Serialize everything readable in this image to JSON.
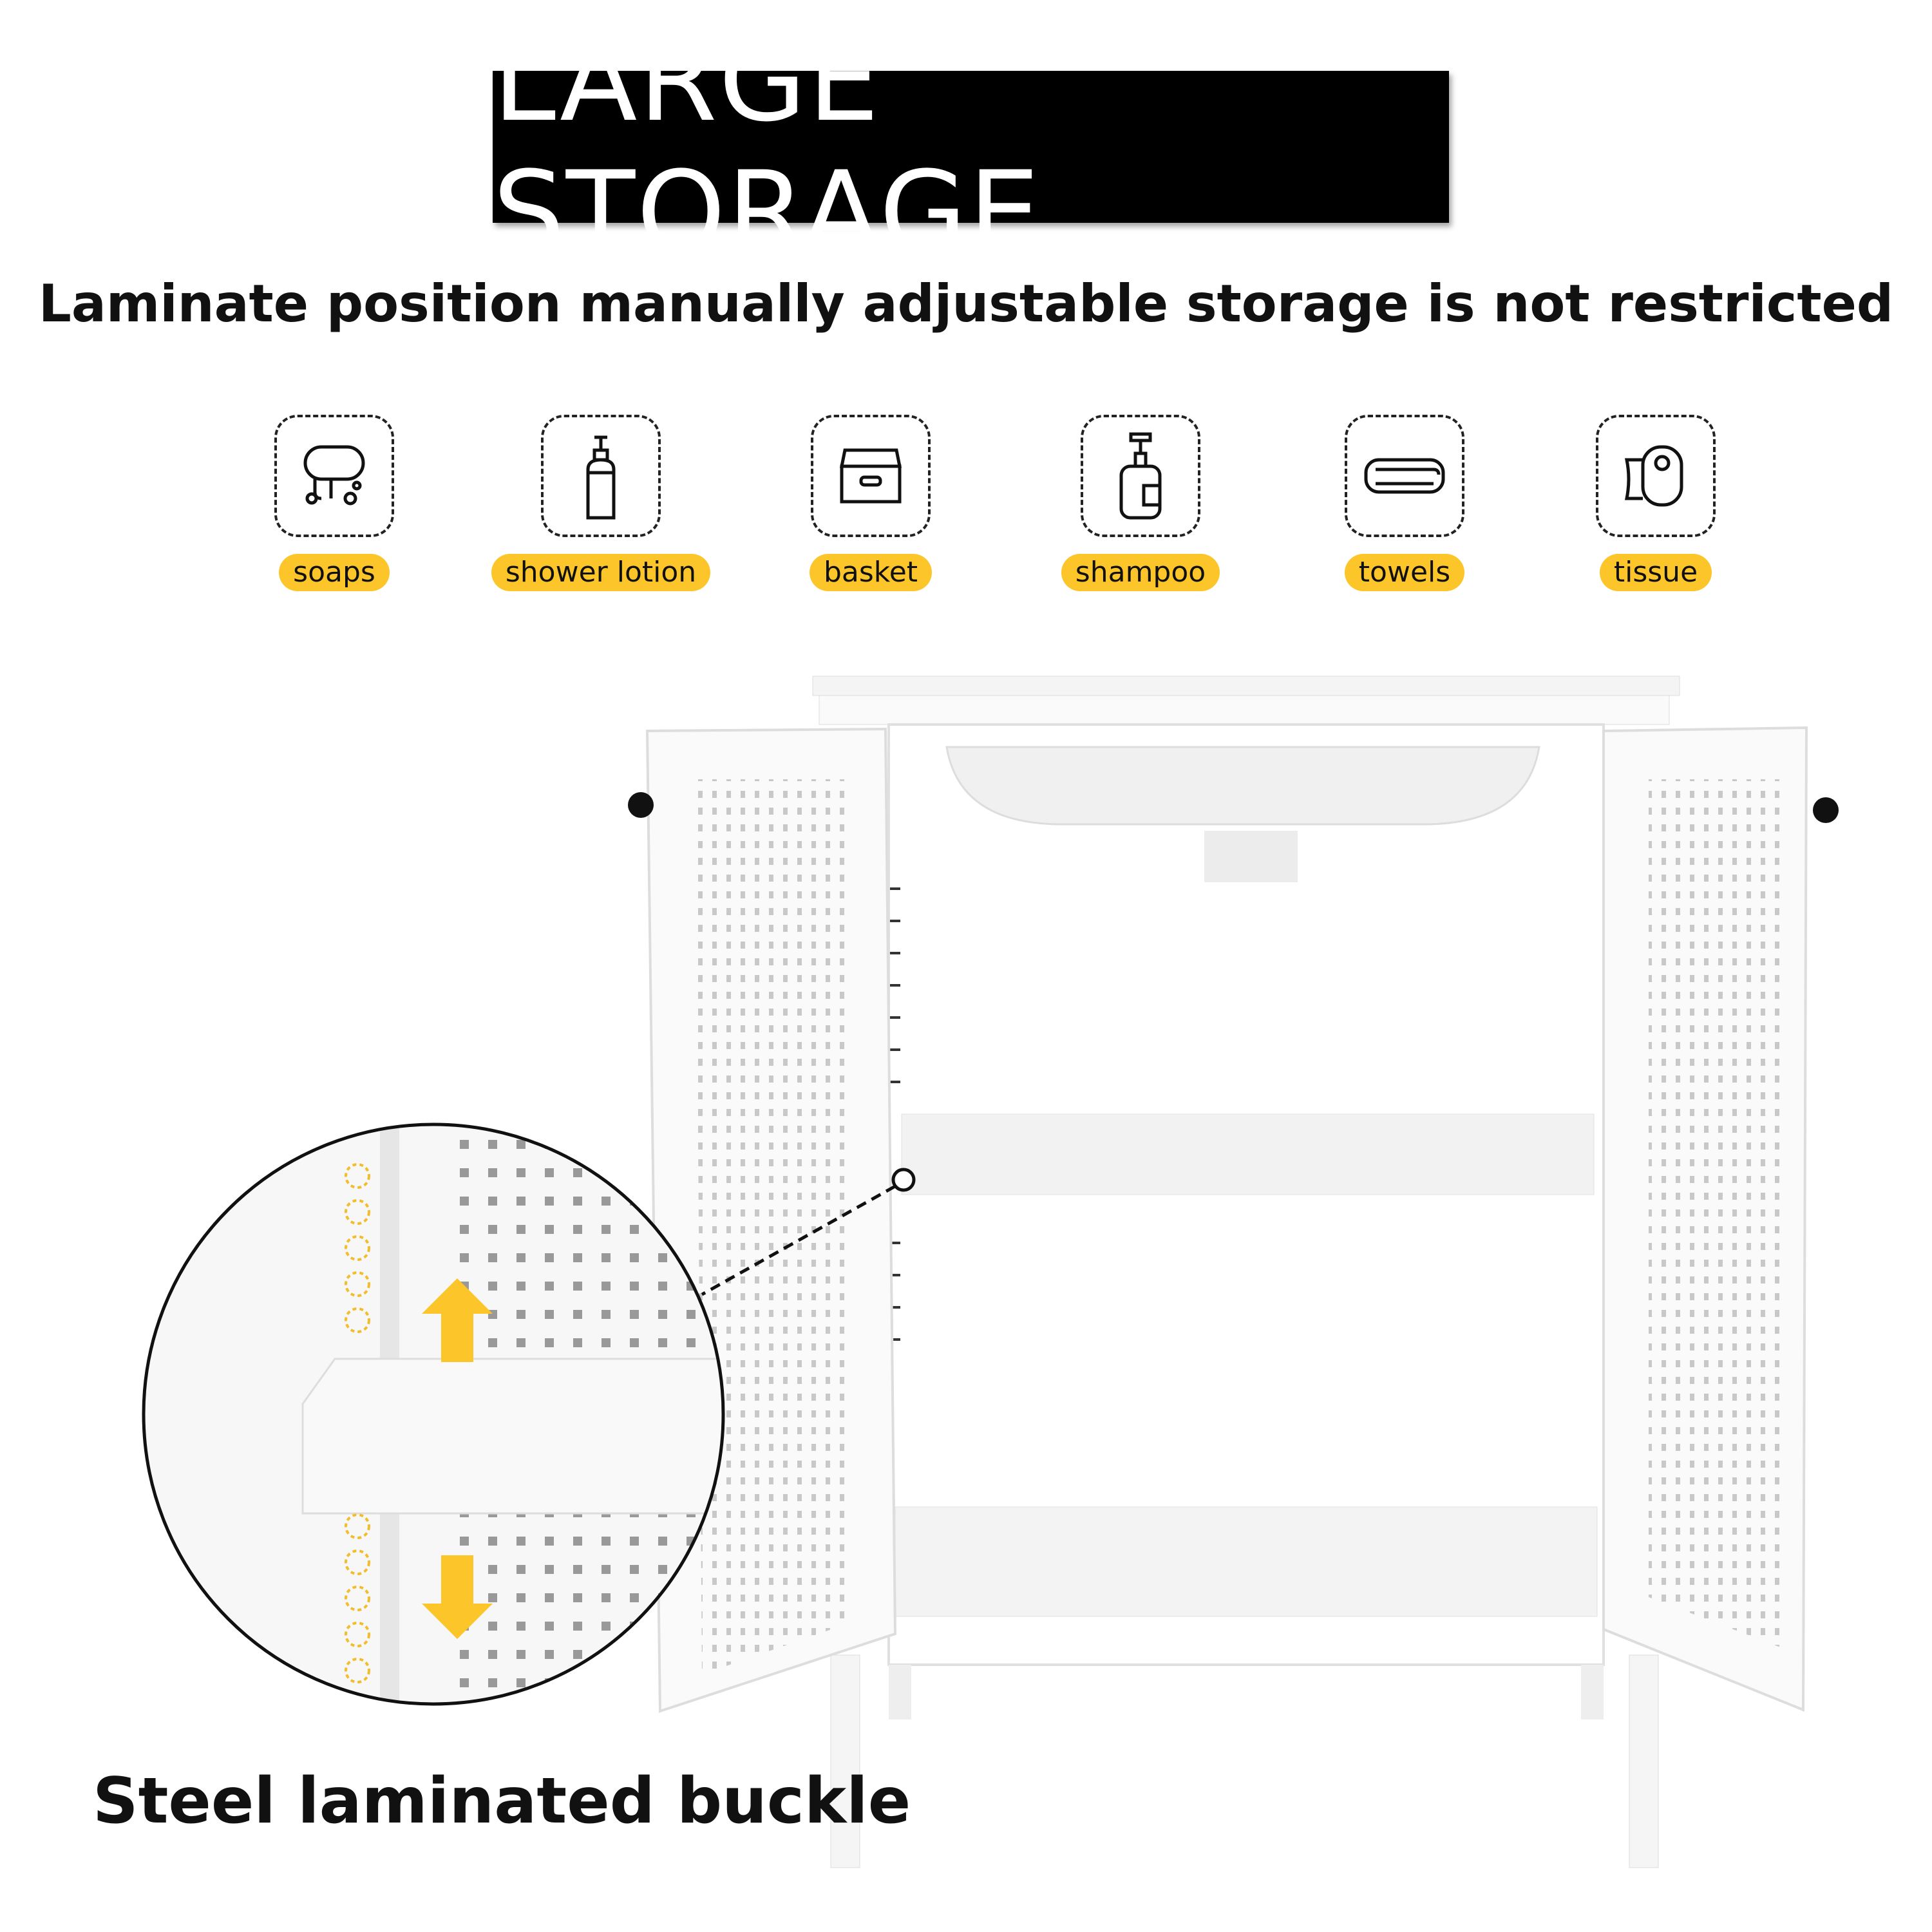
{
  "header": {
    "title": "LARGE STORAGE"
  },
  "subtitle": "Laminate position manually adjustable storage is not restricted",
  "items": [
    {
      "label": "soaps",
      "icon": "soap-icon"
    },
    {
      "label": "shower lotion",
      "icon": "lotion-bottle-icon"
    },
    {
      "label": "basket",
      "icon": "basket-icon"
    },
    {
      "label": "shampoo",
      "icon": "shampoo-bottle-icon"
    },
    {
      "label": "towels",
      "icon": "towel-icon"
    },
    {
      "label": "tissue",
      "icon": "tissue-roll-icon"
    }
  ],
  "detail_label": "Steel laminated buckle",
  "colors": {
    "accent": "#fcc52a",
    "title_bg": "#000000"
  }
}
